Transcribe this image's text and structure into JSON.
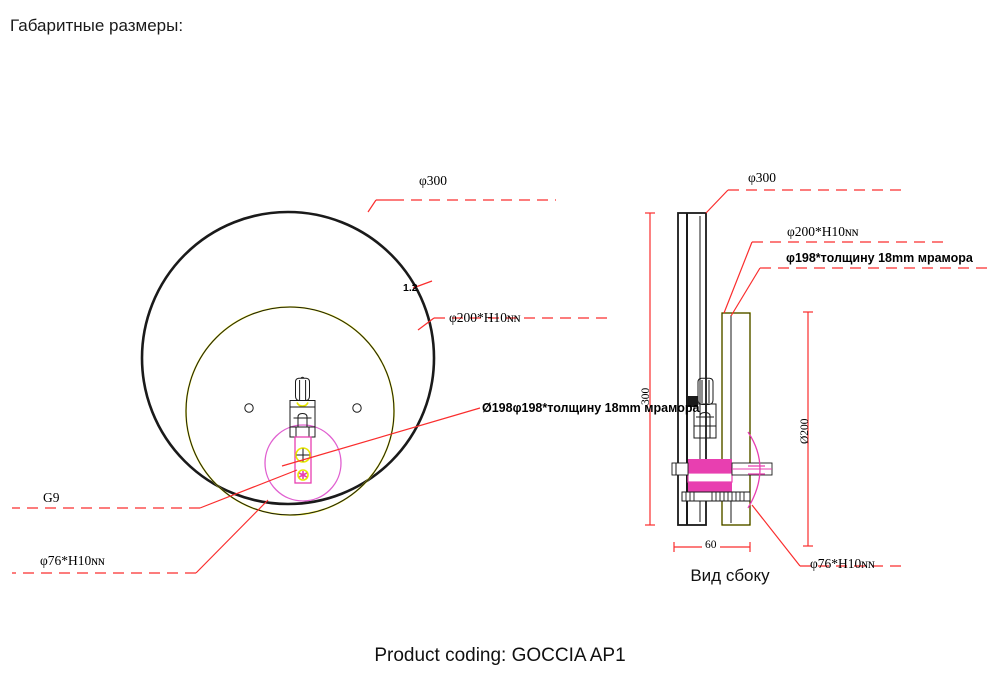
{
  "page": {
    "title": "Габаритные размеры:",
    "product_coding": "Product coding: GOCCIA AP1"
  },
  "colors": {
    "outline_black": "#1a1a1a",
    "leader_red": "#fa2d2d",
    "marble_yellow": "#e8e800",
    "bracket_magenta": "#e83fb0",
    "circle_violet": "#e05fd0",
    "background": "#ffffff"
  },
  "front_view": {
    "name": "front-view",
    "labels": {
      "outer_diameter": "φ300",
      "thickness": "1.2",
      "plate_diameter": "φ200*H10ɴɴ",
      "marble": "Ø198φ198*толщину 18mm мрамора",
      "socket": "G9",
      "socket_diameter": "φ76*H10ɴɴ"
    }
  },
  "side_view": {
    "name": "side-view",
    "caption": "Вид сбоку",
    "labels": {
      "outer_diameter": "φ300",
      "plate_diameter": "φ200*H10ɴɴ",
      "marble": "φ198*толщину 18mm мрамора",
      "socket_diameter": "φ76*H10ɴɴ"
    },
    "dimensions": {
      "height": "300",
      "lamp_diameter": "Ø200",
      "depth": "60"
    }
  }
}
